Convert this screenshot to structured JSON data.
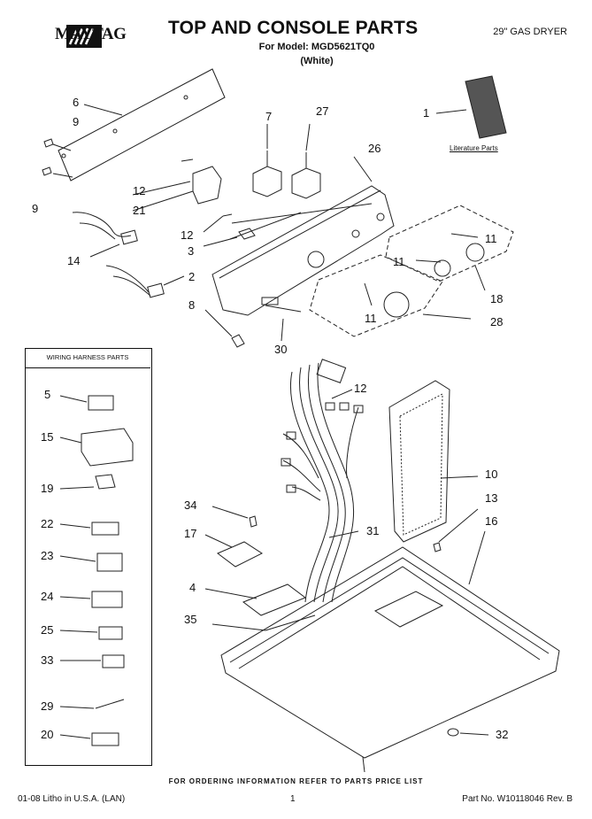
{
  "header": {
    "brand": "MAYTAG",
    "title": "TOP AND CONSOLE PARTS",
    "model_line": "For Model: MGD5621TQ0",
    "color_line": "(White)",
    "product": "29\" GAS DRYER"
  },
  "literature_label": "Literature Parts",
  "harness_title": "WIRING HARNESS PARTS",
  "callouts": {
    "c1": "1",
    "c6": "6",
    "c9a": "9",
    "c9b": "9",
    "c7": "7",
    "c27": "27",
    "c26": "26",
    "c12a": "12",
    "c21": "21",
    "c12b": "12",
    "c3": "3",
    "c14": "14",
    "c2": "2",
    "c8": "8",
    "c30": "30",
    "c11a": "11",
    "c11b": "11",
    "c11c": "11",
    "c18": "18",
    "c28": "28",
    "c12c": "12",
    "c10": "10",
    "c13": "13",
    "c16": "16",
    "c34": "34",
    "c17": "17",
    "c31": "31",
    "c4": "4",
    "c35": "35",
    "c32": "32"
  },
  "harness_items": {
    "h5": "5",
    "h15": "15",
    "h19": "19",
    "h22": "22",
    "h23": "23",
    "h24": "24",
    "h25": "25",
    "h33": "33",
    "h29": "29",
    "h20": "20"
  },
  "footer": {
    "ordering": "FOR ORDERING INFORMATION REFER TO PARTS PRICE LIST",
    "litho": "01-08 Litho in U.S.A. (LAN)",
    "page": "1",
    "part_no": "Part No. W10118046 Rev. B"
  }
}
